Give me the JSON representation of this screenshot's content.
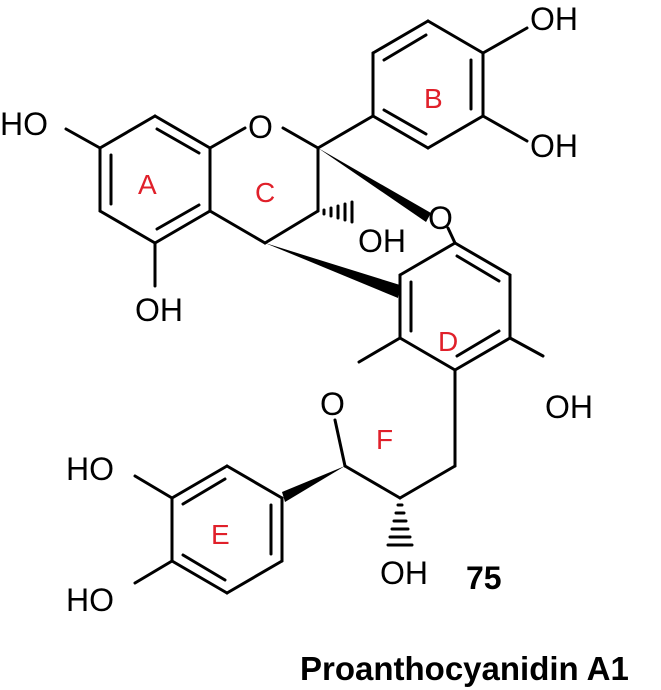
{
  "compound_number": "75",
  "compound_name": "Proanthocyanidin A1",
  "atoms": {
    "ho_a": "HO",
    "o_c": "O",
    "oh_a": "OH",
    "oh_c": "OH",
    "oh_b_top": "OH",
    "oh_b_bottom": "OH",
    "o_bridge": "O",
    "o_f": "O",
    "oh_d": "OH",
    "ho_e_top": "HO",
    "ho_e_bottom": "HO",
    "oh_f": "OH"
  },
  "rings": {
    "a": "A",
    "b": "B",
    "c": "C",
    "d": "D",
    "e": "E",
    "f": "F"
  },
  "colors": {
    "bond": "#000000",
    "ring_label": "#e0202a"
  }
}
